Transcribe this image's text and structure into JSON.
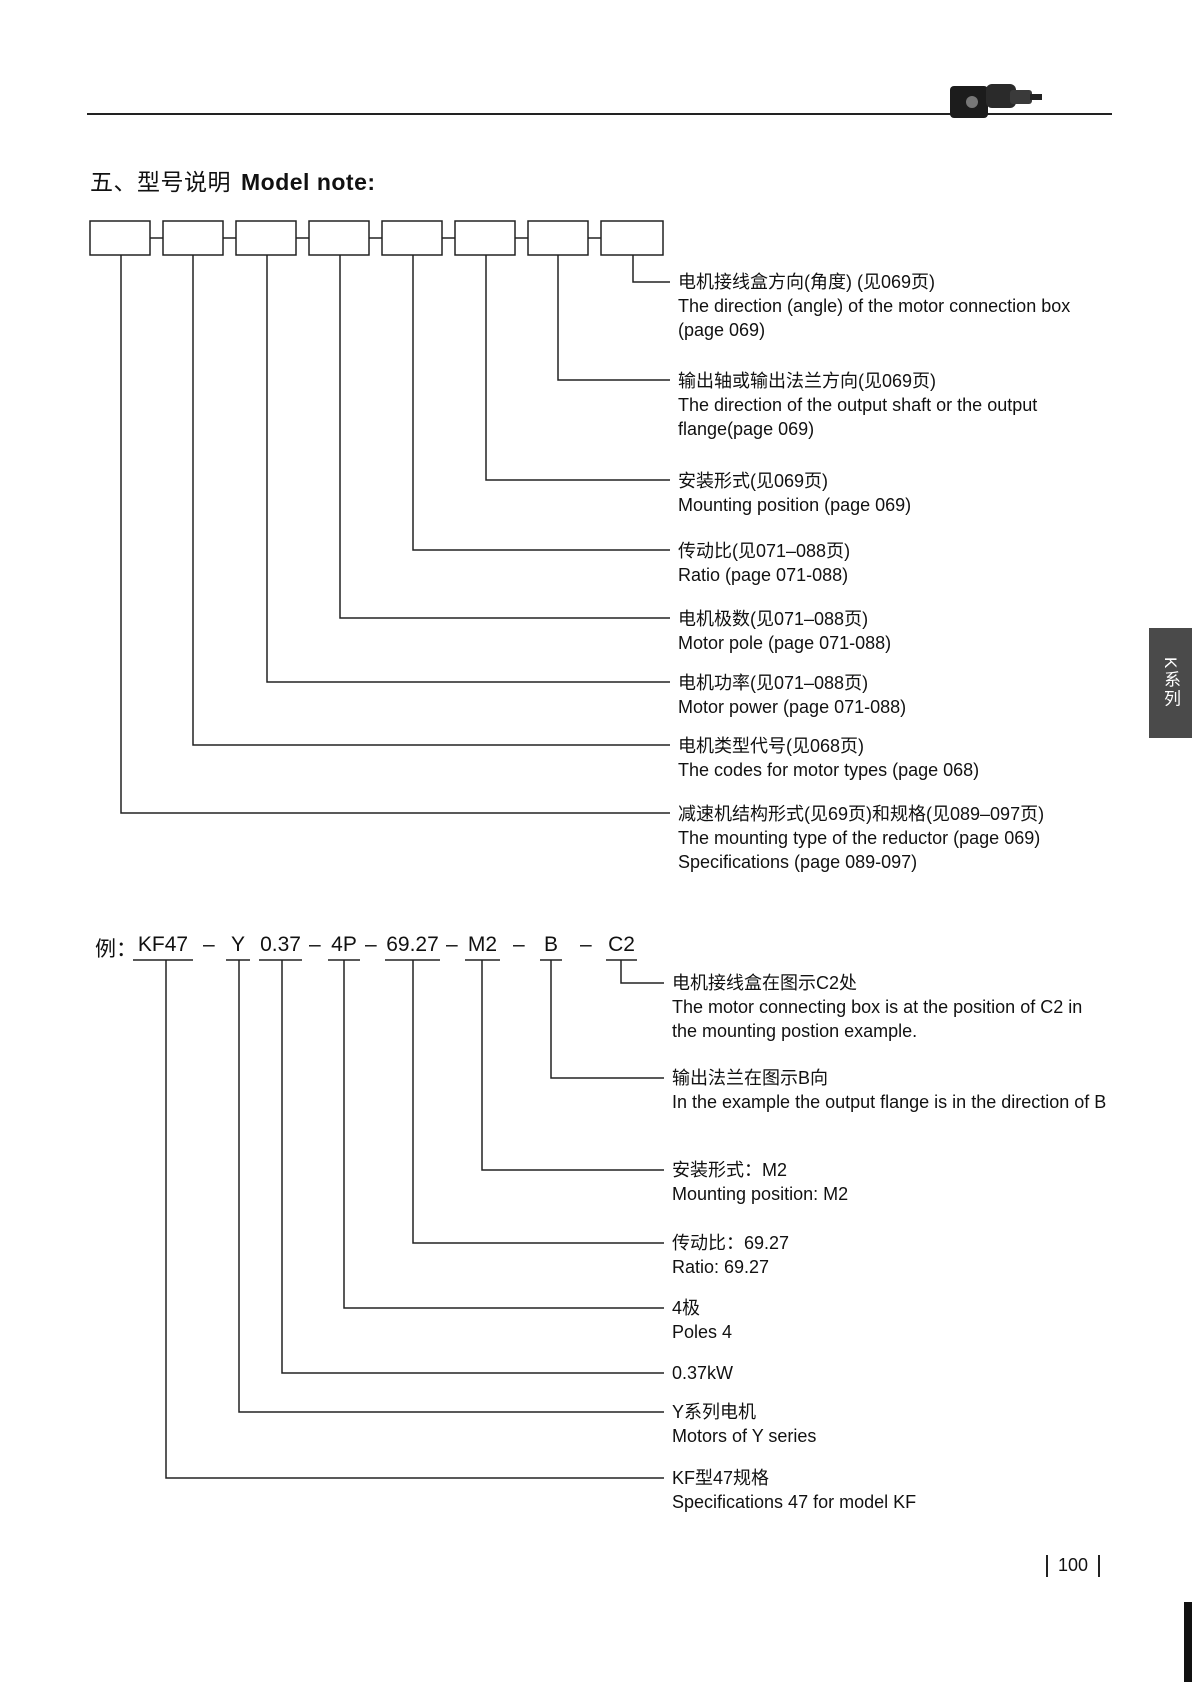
{
  "header": {
    "logo_icon": "gear-motor-icon"
  },
  "section_title": {
    "cn": "五、型号说明",
    "en": "Model note:"
  },
  "side_tab": {
    "label": "K系列"
  },
  "model_fields": [
    {
      "zh": "电机接线盒方向(角度) (见069页)",
      "en": "The direction (angle) of the motor connection box (page 069)"
    },
    {
      "zh": "输出轴或输出法兰方向(见069页)",
      "en": "The direction of the output shaft or the output flange(page 069)"
    },
    {
      "zh": "安装形式(见069页)",
      "en": "Mounting position (page 069)"
    },
    {
      "zh": "传动比(见071–088页)",
      "en": "Ratio (page 071-088)"
    },
    {
      "zh": "电机极数(见071–088页)",
      "en": "Motor pole (page 071-088)"
    },
    {
      "zh": "电机功率(见071–088页)",
      "en": "Motor power (page 071-088)"
    },
    {
      "zh": "电机类型代号(见068页)",
      "en": "The codes for motor types (page 068)"
    },
    {
      "zh": "减速机结构形式(见69页)和规格(见089–097页)",
      "en": "The mounting type of the reductor (page 069)",
      "en2": "Specifications (page 089-097)"
    }
  ],
  "example": {
    "prefix": "例：",
    "tokens": [
      "KF47",
      "Y",
      "0.37",
      "4P",
      "69.27",
      "M2",
      "B",
      "C2"
    ],
    "separator": "–"
  },
  "example_fields": [
    {
      "zh": "电机接线盒在图示C2处",
      "en": "The motor connecting box is at the position of C2 in the mounting postion example."
    },
    {
      "zh": "输出法兰在图示B向",
      "en": "In the example the output flange is in the direction of B"
    },
    {
      "zh": "安装形式：M2",
      "en": "Mounting position: M2"
    },
    {
      "zh": "传动比：69.27",
      "en": "Ratio: 69.27"
    },
    {
      "zh": "4极",
      "en": "Poles 4"
    },
    {
      "zh": "0.37kW",
      "en": ""
    },
    {
      "zh": "Y系列电机",
      "en": "Motors of Y series"
    },
    {
      "zh": "KF型47规格",
      "en": "Specifications 47 for model KF"
    }
  ],
  "page_number": "100"
}
